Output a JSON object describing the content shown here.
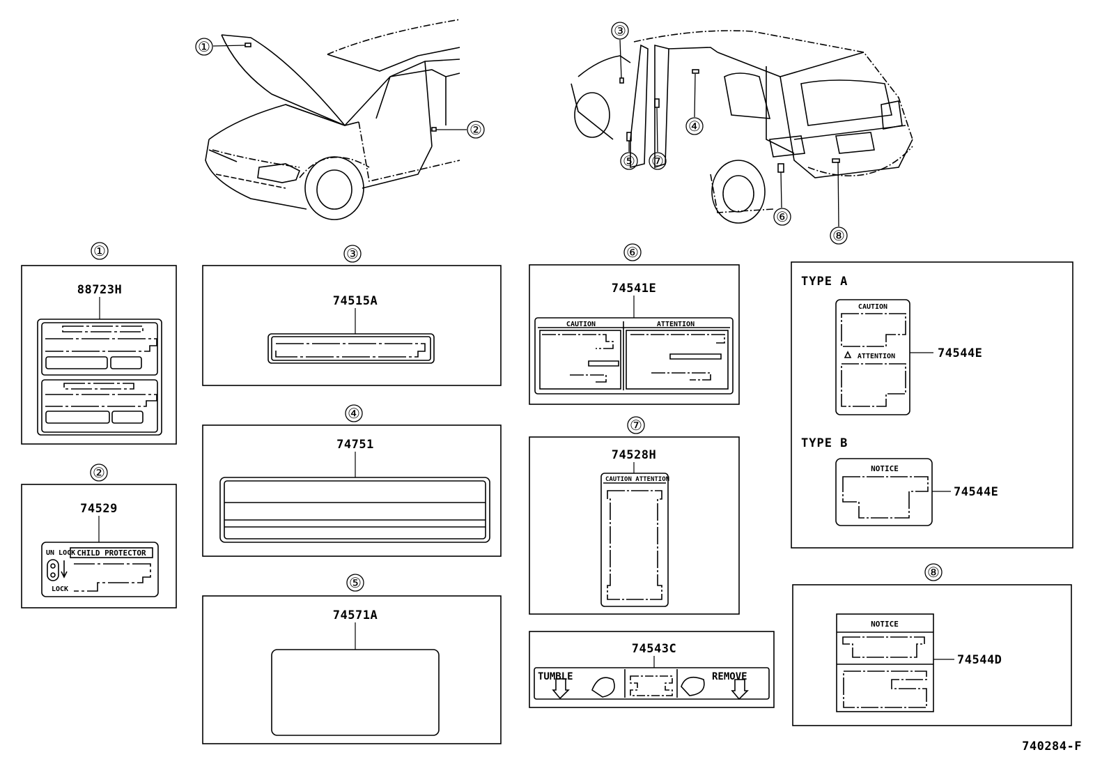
{
  "diagram_id": "740284-F",
  "callouts": [
    "①",
    "②",
    "③",
    "④",
    "⑤",
    "⑥",
    "⑦",
    "⑧"
  ],
  "labels": {
    "l1": {
      "number": "①",
      "part": "88723H"
    },
    "l2": {
      "number": "②",
      "part": "74529",
      "text_unlock": "UN LOCK",
      "text_lock": "LOCK",
      "title": "CHILD PROTECTOR"
    },
    "l3": {
      "number": "③",
      "part": "74515A"
    },
    "l4": {
      "number": "④",
      "part": "74751"
    },
    "l5": {
      "number": "⑤",
      "part": "74571A"
    },
    "l6": {
      "number": "⑥",
      "part": "74541E",
      "caution": "CAUTION",
      "attention": "ATTENTION"
    },
    "l7": {
      "number": "⑦",
      "part": "74528H",
      "header": "CAUTION ATTENTION"
    },
    "l7b": {
      "part": "74543C",
      "tumble": "TUMBLE",
      "remove": "REMOVE"
    },
    "types": {
      "type_a": "TYPE A",
      "type_a_caution": "CAUTION",
      "type_a_attention": "ATTENTION",
      "type_a_part": "74544E",
      "type_b": "TYPE B",
      "type_b_notice": "NOTICE",
      "type_b_part": "74544E"
    },
    "l8": {
      "number": "⑧",
      "notice": "NOTICE",
      "part": "74544D"
    }
  }
}
